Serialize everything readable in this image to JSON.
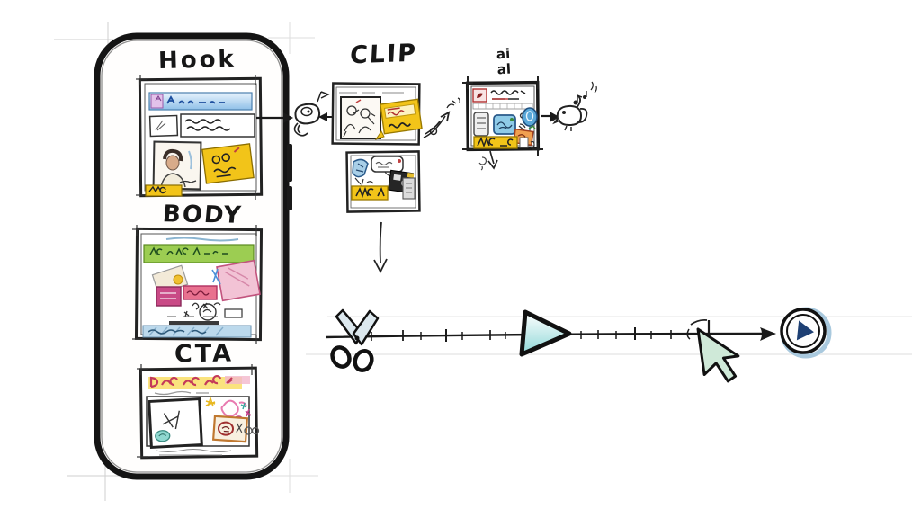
{
  "labels": {
    "hook": "Hook",
    "body": "BODY",
    "cta": "CTA",
    "clip": "CLIP",
    "ai_line1": "ai",
    "ai_line2": "al"
  },
  "icons": {
    "flow": [
      "arrow-right-icon",
      "doodle-swirl-icon",
      "arrow-left-icon",
      "squiggle-arrow-icon",
      "arrow-down-icon",
      "doodle-bird-icon"
    ],
    "timeline": [
      "scissors-icon",
      "play-triangle-icon",
      "playhead-tick",
      "cursor-pointer-icon",
      "circled-play-button-icon"
    ]
  },
  "colors": {
    "ink": "#1a1a1a",
    "guide_line": "#cfcfcf",
    "hook_header_blue": "#8fc0e8",
    "body_header_green": "#9ccd52",
    "tag_yellow": "#f2c419",
    "cta_highlight_yellow": "#f9e070",
    "cta_title_red": "#c43a5a",
    "footer_blue": "#bcd9ec",
    "pink_accent": "#e87ab0",
    "magenta_accent": "#c94a86",
    "app_icon_blue": "#5aa8d8",
    "scissors_blade": "#dce8ee",
    "play_cyan": "#8fd8d8",
    "cursor_green": "#cfe9d8",
    "play_navy": "#1d3f73"
  }
}
